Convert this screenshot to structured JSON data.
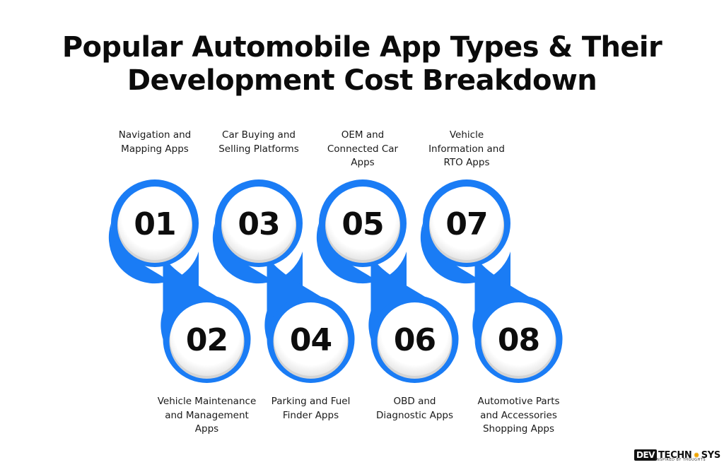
{
  "title": {
    "line1": "Popular Automobile App Types & Their",
    "line2": "Development Cost Breakdown"
  },
  "colors": {
    "accent": "#1a7cf5",
    "accent_dark": "#0f6ae8",
    "circle_fill": "#ffffff",
    "circle_shadow": "#d4d4d4"
  },
  "steps": [
    {
      "number": "01",
      "label": "Navigation and\nMapping Apps",
      "position": "top"
    },
    {
      "number": "02",
      "label": "Vehicle Maintenance\nand Management\nApps",
      "position": "bottom"
    },
    {
      "number": "03",
      "label": "Car Buying and\nSelling Platforms",
      "position": "top"
    },
    {
      "number": "04",
      "label": "Parking and Fuel\nFinder Apps",
      "position": "bottom"
    },
    {
      "number": "05",
      "label": "OEM and\nConnected Car\nApps",
      "position": "top"
    },
    {
      "number": "06",
      "label": "OBD and\nDiagnostic Apps",
      "position": "bottom"
    },
    {
      "number": "07",
      "label": "Vehicle\nInformation and\nRTO Apps",
      "position": "top"
    },
    {
      "number": "08",
      "label": "Automotive Parts\nand Accessories\nShopping Apps",
      "position": "bottom"
    }
  ],
  "logo": {
    "mark": "DEV",
    "name_part1": "TECHN",
    "name_part2": "SYS",
    "tagline": "INSPIRED BY THOUGHTS",
    "gear_icon": "gear-icon"
  }
}
